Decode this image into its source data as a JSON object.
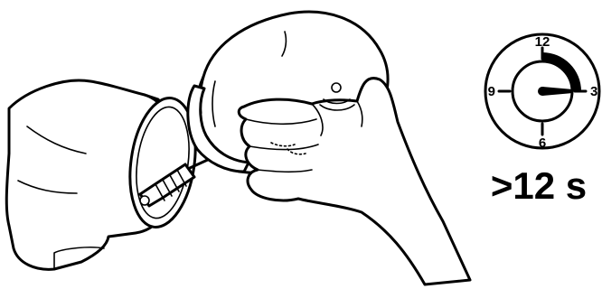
{
  "dial": {
    "numbers": {
      "twelve": "12",
      "three": "3",
      "six": "6",
      "nine": "9"
    }
  },
  "duration_label": ">12 s"
}
